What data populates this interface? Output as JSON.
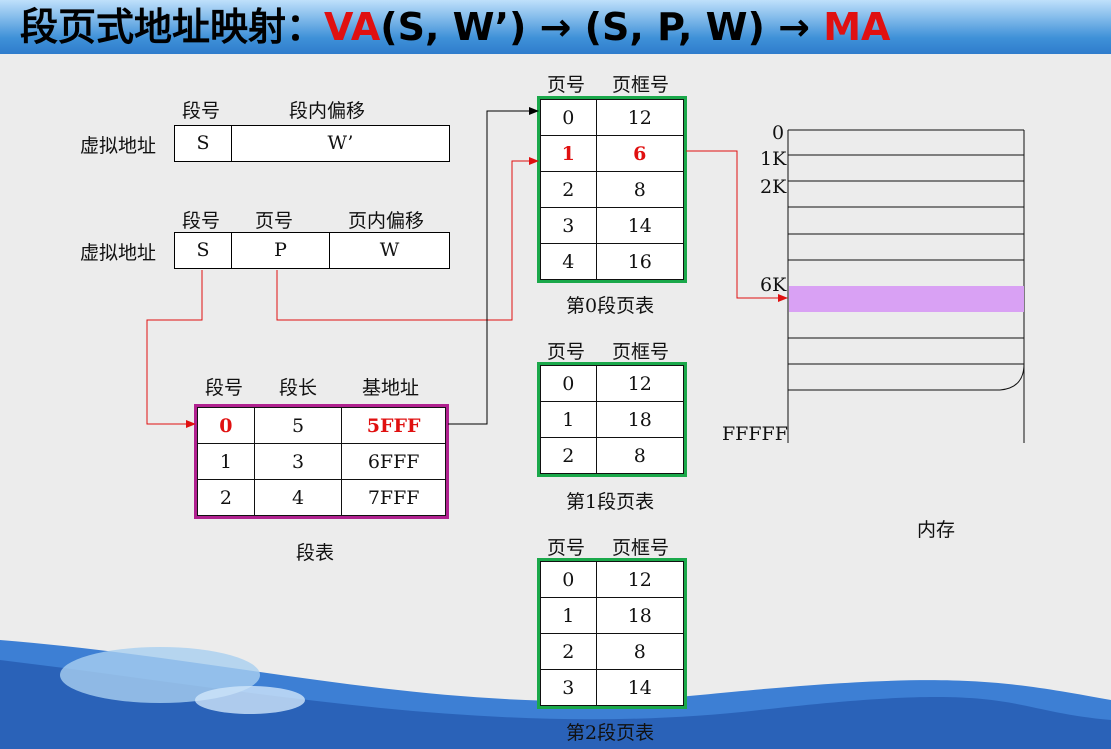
{
  "title": {
    "p1": "段页式地址映射：",
    "va": "VA",
    "p2": "(S, W’)  → (S, P, W) →",
    "ma": "MA"
  },
  "va1": {
    "label": "虚拟地址",
    "h_seg": "段号",
    "h_off": "段内偏移",
    "s": "S",
    "w": "W’"
  },
  "va2": {
    "label": "虚拟地址",
    "h_seg": "段号",
    "h_page": "页号",
    "h_off": "页内偏移",
    "s": "S",
    "p": "P",
    "w": "W"
  },
  "seg_table": {
    "headers": [
      "段号",
      "段长",
      "基地址"
    ],
    "rows": [
      [
        "0",
        "5",
        "5FFF"
      ],
      [
        "1",
        "3",
        "6FFF"
      ],
      [
        "2",
        "4",
        "7FFF"
      ]
    ],
    "caption": "段表"
  },
  "page_tables": [
    {
      "headers": [
        "页号",
        "页框号"
      ],
      "rows": [
        [
          "0",
          "12"
        ],
        [
          "1",
          "6"
        ],
        [
          "2",
          "8"
        ],
        [
          "3",
          "14"
        ],
        [
          "4",
          "16"
        ]
      ],
      "caption": "第0段页表"
    },
    {
      "headers": [
        "页号",
        "页框号"
      ],
      "rows": [
        [
          "0",
          "12"
        ],
        [
          "1",
          "18"
        ],
        [
          "2",
          "8"
        ]
      ],
      "caption": "第1段页表"
    },
    {
      "headers": [
        "页号",
        "页框号"
      ],
      "rows": [
        [
          "0",
          "12"
        ],
        [
          "1",
          "18"
        ],
        [
          "2",
          "8"
        ],
        [
          "3",
          "14"
        ]
      ],
      "caption": "第2段页表"
    }
  ],
  "memory": {
    "labels": [
      "0",
      "1K",
      "2K",
      "6K",
      "FFFFF"
    ],
    "caption": "内存",
    "highlight_color": "#d9a1f4"
  },
  "colors": {
    "red": "#e01010",
    "green": "#1aa84a",
    "magenta": "#b0218f"
  }
}
